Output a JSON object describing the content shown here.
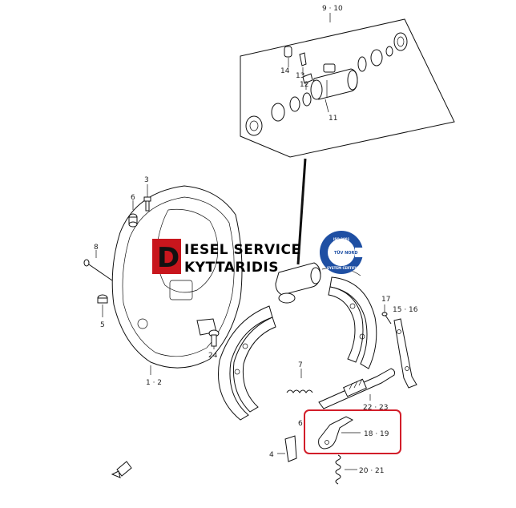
{
  "callouts": [
    {
      "id": "c-9-10",
      "text": "9 · 10"
    },
    {
      "id": "c-14",
      "text": "14"
    },
    {
      "id": "c-13",
      "text": "13"
    },
    {
      "id": "c-12",
      "text": "12"
    },
    {
      "id": "c-11",
      "text": "11"
    },
    {
      "id": "c-3",
      "text": "3"
    },
    {
      "id": "c-6",
      "text": "6"
    },
    {
      "id": "c-8",
      "text": "8"
    },
    {
      "id": "c-5",
      "text": "5"
    },
    {
      "id": "c-17",
      "text": "17"
    },
    {
      "id": "c-15-16",
      "text": "15 · 16"
    },
    {
      "id": "c-24",
      "text": "24"
    },
    {
      "id": "c-1-2",
      "text": "1 · 2"
    },
    {
      "id": "c-7",
      "text": "7"
    },
    {
      "id": "c-22-23",
      "text": "22 · 23"
    },
    {
      "id": "c-6b",
      "text": "6"
    },
    {
      "id": "c-18-19",
      "text": "18 · 19"
    },
    {
      "id": "c-4",
      "text": "4"
    },
    {
      "id": "c-20-21",
      "text": "20 · 21"
    }
  ],
  "watermark": {
    "letter": "D",
    "line1": "IESEL SERVICE",
    "line2": "KYTTARIDIS",
    "seal_top": "ISO 9001",
    "seal_mid": "TÜV NORD",
    "seal_bottom": "SYSTEM CERTIFICATION",
    "brand_red": "#c8161d",
    "seal_blue": "#1e4fa3"
  },
  "highlight_color": "#d21e2a"
}
